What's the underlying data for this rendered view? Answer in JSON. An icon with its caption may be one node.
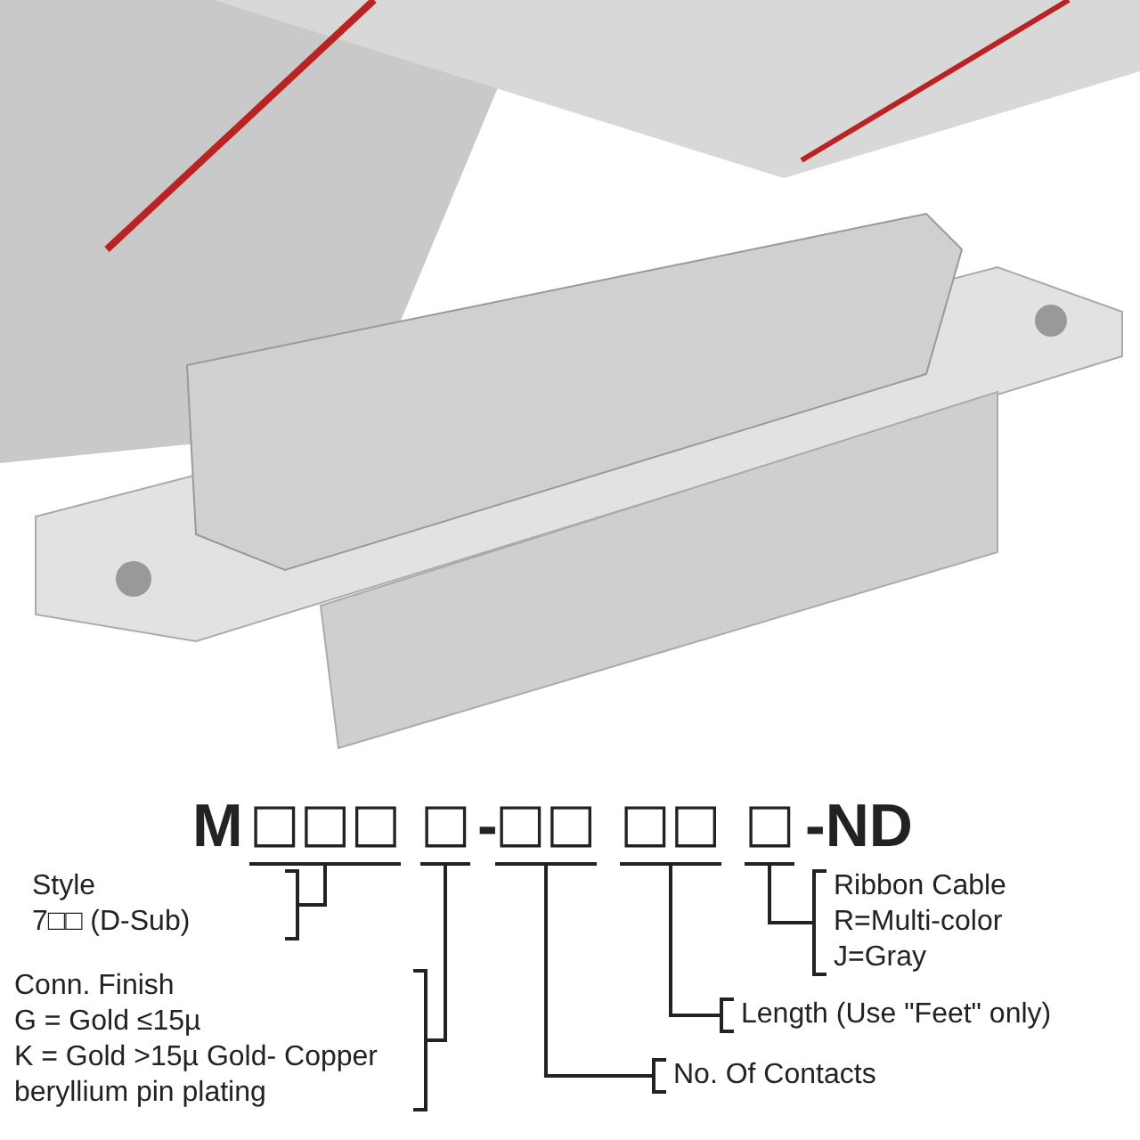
{
  "diagram": {
    "nodes": [
      {
        "text": [
          "□□□"
        ]
      },
      {
        "text": [
          "□"
        ]
      },
      {
        "text": [
          "□□"
        ]
      },
      {
        "text": [
          "□□"
        ]
      },
      {
        "text": [
          "□"
        ]
      },
      {
        "text": [
          "Style",
          "7□□ (D-Sub)"
        ]
      },
      {
        "text": [
          "Conn. Finish",
          "G = Gold ≤15µ",
          "K = Gold >15µ Gold- Copper beryllium pin plating"
        ]
      },
      {
        "text": [
          "No. Of Contacts"
        ]
      },
      {
        "text": [
          "Length (Use \"Feet\" only)"
        ]
      },
      {
        "text": [
          "Ribbon Cable",
          "R=Multi-color",
          "J=Gray"
        ]
      }
    ],
    "edges": [
      {
        "from": 0,
        "to": 5,
        "arrow": "none"
      },
      {
        "from": 1,
        "to": 6,
        "arrow": "none"
      },
      {
        "from": 2,
        "to": 7,
        "arrow": "none"
      },
      {
        "from": 3,
        "to": 8,
        "arrow": "none"
      },
      {
        "from": 4,
        "to": 9,
        "arrow": "none"
      }
    ],
    "labels": [
      "M",
      "-",
      "-ND"
    ]
  }
}
